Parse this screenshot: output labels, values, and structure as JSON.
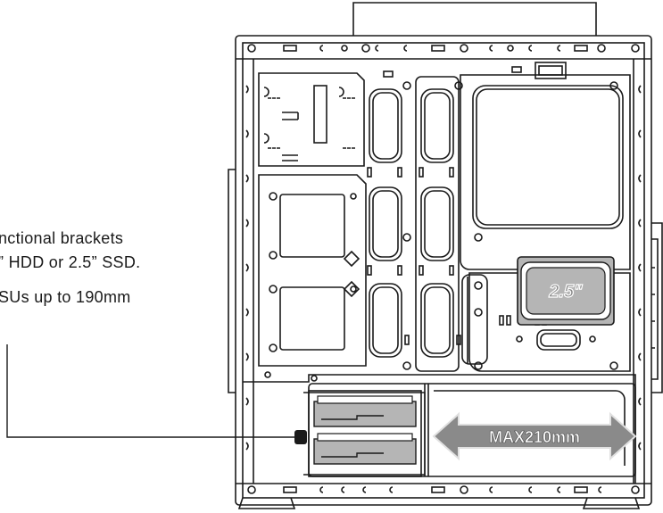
{
  "annotations": {
    "line1": "nctional brackets",
    "line2": "” HDD or 2.5” SSD.",
    "line3": "SUs up to 190mm"
  },
  "labels": {
    "ssd_label": "2.5\"",
    "max_label": "MAX210mm"
  },
  "colors": {
    "line": "#1a1a1a",
    "arrow_fill": "#8a8a8a",
    "arrow_stroke": "#e0e0e0",
    "drive_fill": "#b5b5b5",
    "background": "#ffffff"
  }
}
